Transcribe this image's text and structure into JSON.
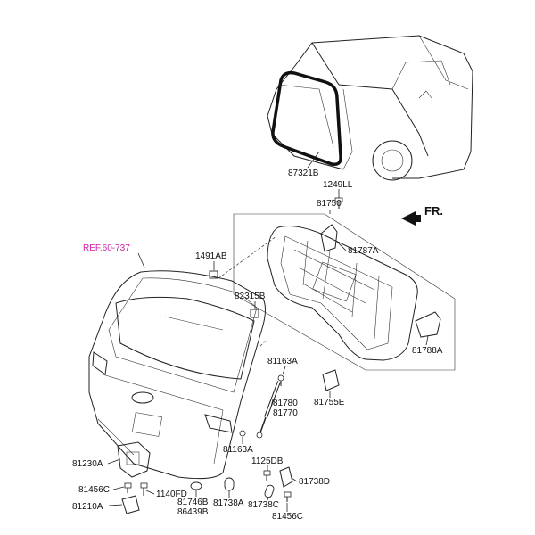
{
  "labels": {
    "p87321B": "87321B",
    "p1249LL": "1249LL",
    "p81750": "81750",
    "fr": "FR.",
    "ref": "REF.60-737",
    "p1491AB": "1491AB",
    "p81787A": "81787A",
    "p82315B": "82315B",
    "p81788A": "81788A",
    "p81163A_top": "81163A",
    "p81780": "81780",
    "p81770": "81770",
    "p81755E": "81755E",
    "p81163A_bot": "81163A",
    "p81230A": "81230A",
    "p1125DB": "1125DB",
    "p81738D": "81738D",
    "p81456C_left": "81456C",
    "p1140FD": "1140FD",
    "p81746B": "81746B",
    "p86439B": "86439B",
    "p81738A": "81738A",
    "p81738C": "81738C",
    "p81210A": "81210A",
    "p81456C_right": "81456C"
  }
}
